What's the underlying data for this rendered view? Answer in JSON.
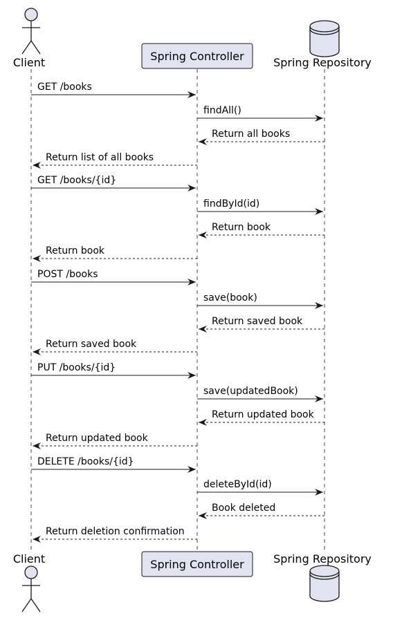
{
  "participants": [
    {
      "id": "client",
      "type": "actor",
      "label": "Client"
    },
    {
      "id": "controller",
      "type": "box",
      "label": "Spring Controller"
    },
    {
      "id": "repository",
      "type": "database",
      "label": "Spring Repository"
    }
  ],
  "messages": [
    {
      "from": "client",
      "to": "controller",
      "label": "GET /books",
      "style": "solid"
    },
    {
      "from": "controller",
      "to": "repository",
      "label": "findAll()",
      "style": "solid"
    },
    {
      "from": "repository",
      "to": "controller",
      "label": "Return all books",
      "style": "dashed"
    },
    {
      "from": "controller",
      "to": "client",
      "label": "Return list of all books",
      "style": "dashed"
    },
    {
      "from": "client",
      "to": "controller",
      "label": "GET /books/{id}",
      "style": "solid"
    },
    {
      "from": "controller",
      "to": "repository",
      "label": "findById(id)",
      "style": "solid"
    },
    {
      "from": "repository",
      "to": "controller",
      "label": "Return book",
      "style": "dashed"
    },
    {
      "from": "controller",
      "to": "client",
      "label": "Return book",
      "style": "dashed"
    },
    {
      "from": "client",
      "to": "controller",
      "label": "POST /books",
      "style": "solid"
    },
    {
      "from": "controller",
      "to": "repository",
      "label": "save(book)",
      "style": "solid"
    },
    {
      "from": "repository",
      "to": "controller",
      "label": "Return saved book",
      "style": "dashed"
    },
    {
      "from": "controller",
      "to": "client",
      "label": "Return saved book",
      "style": "dashed"
    },
    {
      "from": "client",
      "to": "controller",
      "label": "PUT /books/{id}",
      "style": "solid"
    },
    {
      "from": "controller",
      "to": "repository",
      "label": "save(updatedBook)",
      "style": "solid"
    },
    {
      "from": "repository",
      "to": "controller",
      "label": "Return updated book",
      "style": "dashed"
    },
    {
      "from": "controller",
      "to": "client",
      "label": "Return updated book",
      "style": "dashed"
    },
    {
      "from": "client",
      "to": "controller",
      "label": "DELETE /books/{id}",
      "style": "solid"
    },
    {
      "from": "controller",
      "to": "repository",
      "label": "deleteById(id)",
      "style": "solid"
    },
    {
      "from": "repository",
      "to": "controller",
      "label": "Book deleted",
      "style": "dashed"
    },
    {
      "from": "controller",
      "to": "client",
      "label": "Return deletion confirmation",
      "style": "dashed"
    }
  ],
  "colors": {
    "participant_fill": "#E2E2F0",
    "participant_stroke": "#181818",
    "lifeline": "#181818",
    "arrow": "#181818"
  }
}
